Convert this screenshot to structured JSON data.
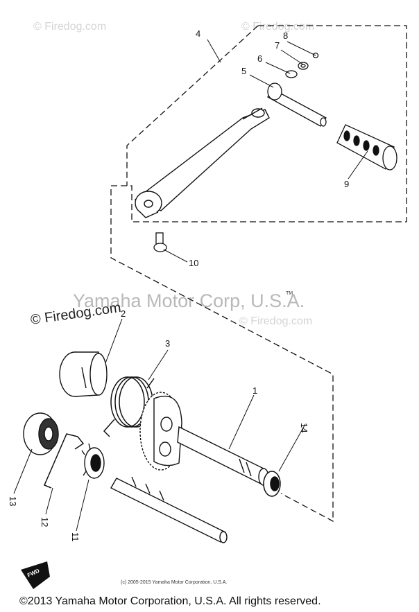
{
  "watermarks": {
    "top_left": "© Firedog.com",
    "top_right": "© Firedog.com",
    "middle_left": "© Firedog.com",
    "middle_right": "© Firedog.com",
    "center_banner": "Yamaha Motor Corp, U.S.A.",
    "tm": "TM"
  },
  "callouts": {
    "p1": "1",
    "p2": "2",
    "p3": "3",
    "p4": "4",
    "p5": "5",
    "p6": "6",
    "p7": "7",
    "p8": "8",
    "p9": "9",
    "p10": "10",
    "p11": "11",
    "p12": "12",
    "p13": "13",
    "p14": "14"
  },
  "forward_badge": "FWD",
  "source_note": "(c) 2005-2015 Yamaha Motor Corporation, U.S.A.",
  "copyright": "©2013 Yamaha Motor Corporation, U.S.A. All rights reserved."
}
